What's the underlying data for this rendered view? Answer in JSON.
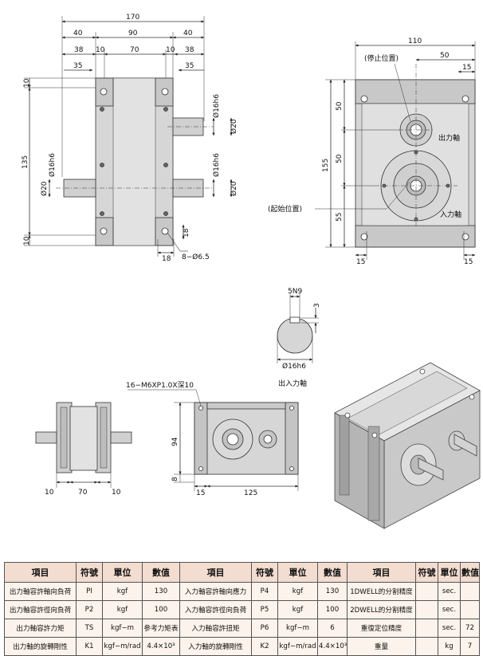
{
  "front_view": {
    "dim_total": "170",
    "dim_40_left": "40",
    "dim_90": "90",
    "dim_40_right": "40",
    "dim_38_left": "38",
    "dim_10_a": "10",
    "dim_70": "70",
    "dim_10_b": "10",
    "dim_38_right": "38",
    "dim_35_left": "35",
    "dim_35_right": "35",
    "dim_height_135": "135",
    "dim_10_top": "10",
    "dim_10_bottom": "10",
    "dia_16h6_top": "Ø16h6",
    "dia_20_top": "Ø20",
    "dia_16h6_mid": "Ø16h6",
    "dia_20_right": "Ø20",
    "dia_16h6_left": "Ø16h6",
    "dia_20_left": "Ø20",
    "dim_18_v": "18",
    "dim_18_h": "18",
    "holes": "8−Ø6.5"
  },
  "side_view": {
    "dim_110": "110",
    "dim_50_top": "50",
    "dim_15_top": "15",
    "stop_pos": "(停止位置)",
    "output_shaft": "出力軸",
    "start_pos": "(起始位置)",
    "input_shaft": "入力軸",
    "dim_155": "155",
    "dim_50_a": "50",
    "dim_50_b": "50",
    "dim_55": "55",
    "dim_15_bl": "15",
    "dim_15_br": "15"
  },
  "shaft_detail": {
    "keyway": "5N9",
    "depth": "3",
    "diameter": "Ø16h6",
    "caption": "出入力軸"
  },
  "small_views": {
    "dim_10_l": "10",
    "dim_70": "70",
    "dim_10_r": "10",
    "tap_note": "16−M6XP1.0X深10",
    "dim_94": "94",
    "dim_8": "8",
    "dim_15": "15",
    "dim_125": "125"
  },
  "table": {
    "headers": [
      "項目",
      "符號",
      "單位",
      "數值",
      "項目",
      "符號",
      "單位",
      "數值",
      "項目",
      "符號",
      "單位",
      "數值"
    ],
    "rows": [
      [
        "出力軸容許軸向負荷",
        "PI",
        "kgf",
        "130",
        "入力軸容許軸向應力",
        "P4",
        "kgf",
        "130",
        "1DWELL的分割精度",
        "",
        "sec.",
        ""
      ],
      [
        "出力軸容許徑向負荷",
        "P2",
        "kgf",
        "100",
        "入力軸容許徑向負荷",
        "P5",
        "kgf",
        "100",
        "2DWELL的分割精度",
        "",
        "sec.",
        ""
      ],
      [
        "出力軸容許力矩",
        "TS",
        "kgf−m",
        "參考力矩表",
        "入力軸容許扭矩",
        "P6",
        "kgf−m",
        "6",
        "重復定位精度",
        "",
        "sec.",
        "72"
      ],
      [
        "出力軸的旋轉剛性",
        "K1",
        "kgf−m/rad",
        "4.4×10³",
        "入力軸的旋轉剛性",
        "K2",
        "kgf−m/rad",
        "4.4×10³",
        "重量",
        "",
        "kg",
        "7"
      ]
    ]
  }
}
